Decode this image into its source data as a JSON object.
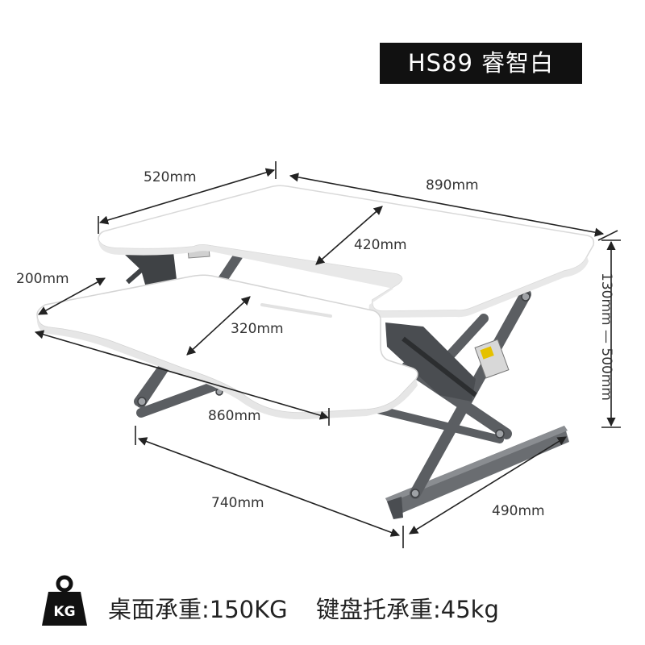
{
  "title": "HS89 睿智白",
  "dimensions": {
    "top_width": "520mm",
    "total_width": "890mm",
    "top_depth": "420mm",
    "keyboard_depth": "200mm",
    "keyboard_inner": "320mm",
    "keyboard_width": "860mm",
    "base_width": "740mm",
    "base_depth": "490mm",
    "height_range": "130mm — 500mm"
  },
  "weight_icon_text": "KG",
  "specs": {
    "desk_load": "桌面承重:150KG",
    "keyboard_load": "键盘托承重:45kg"
  },
  "colors": {
    "badge_bg": "#111111",
    "desk_white": "#ffffff",
    "frame_gray": "#5b5e62"
  }
}
